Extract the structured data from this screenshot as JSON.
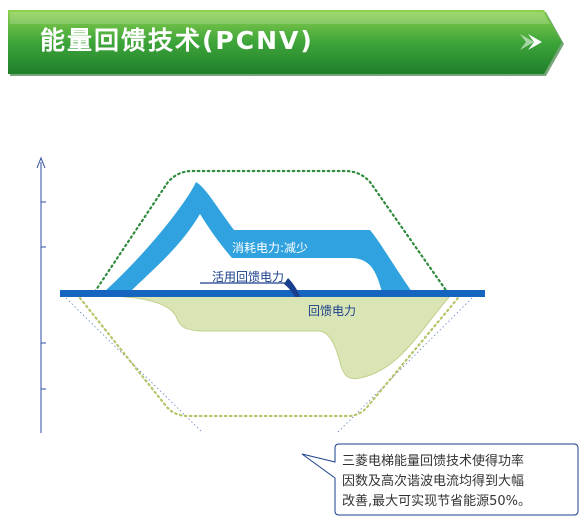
{
  "banner": {
    "title": "能量回馈技术(PCNV)"
  },
  "diagram": {
    "labels": {
      "consume": "消耗电力:减少",
      "use": "活用回馈电力",
      "regen": "回馈电力"
    },
    "colors": {
      "consume_fill": "#2fa2df",
      "regen_fill": "#d9e5b4",
      "axis_bar": "#1565c0",
      "dotted_top": "#2e8b3d",
      "dotted_bottom": "#b7c46a"
    }
  },
  "callout": {
    "lines": [
      "三菱电梯能量回馈技术使得功率",
      "因数及高次谐波电流均得到大幅",
      "改善,最大可实现节省能源50%。"
    ]
  }
}
